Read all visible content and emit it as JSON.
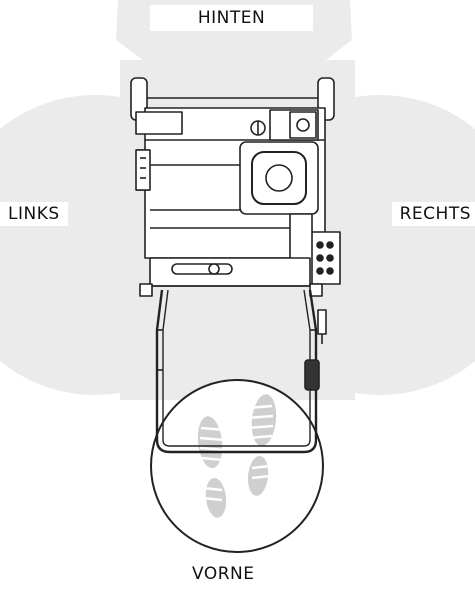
{
  "labels": {
    "back": "HINTEN",
    "left": "LINKS",
    "right": "RECHTS",
    "front": "VORNE"
  },
  "colors": {
    "zone_fill": "#ebebeb",
    "line": "#222222",
    "footprint": "#cfcfcf",
    "background": "#ffffff"
  },
  "icons": {
    "machine": "floor-machine-top-view",
    "operator_position": "footprints-icon"
  }
}
